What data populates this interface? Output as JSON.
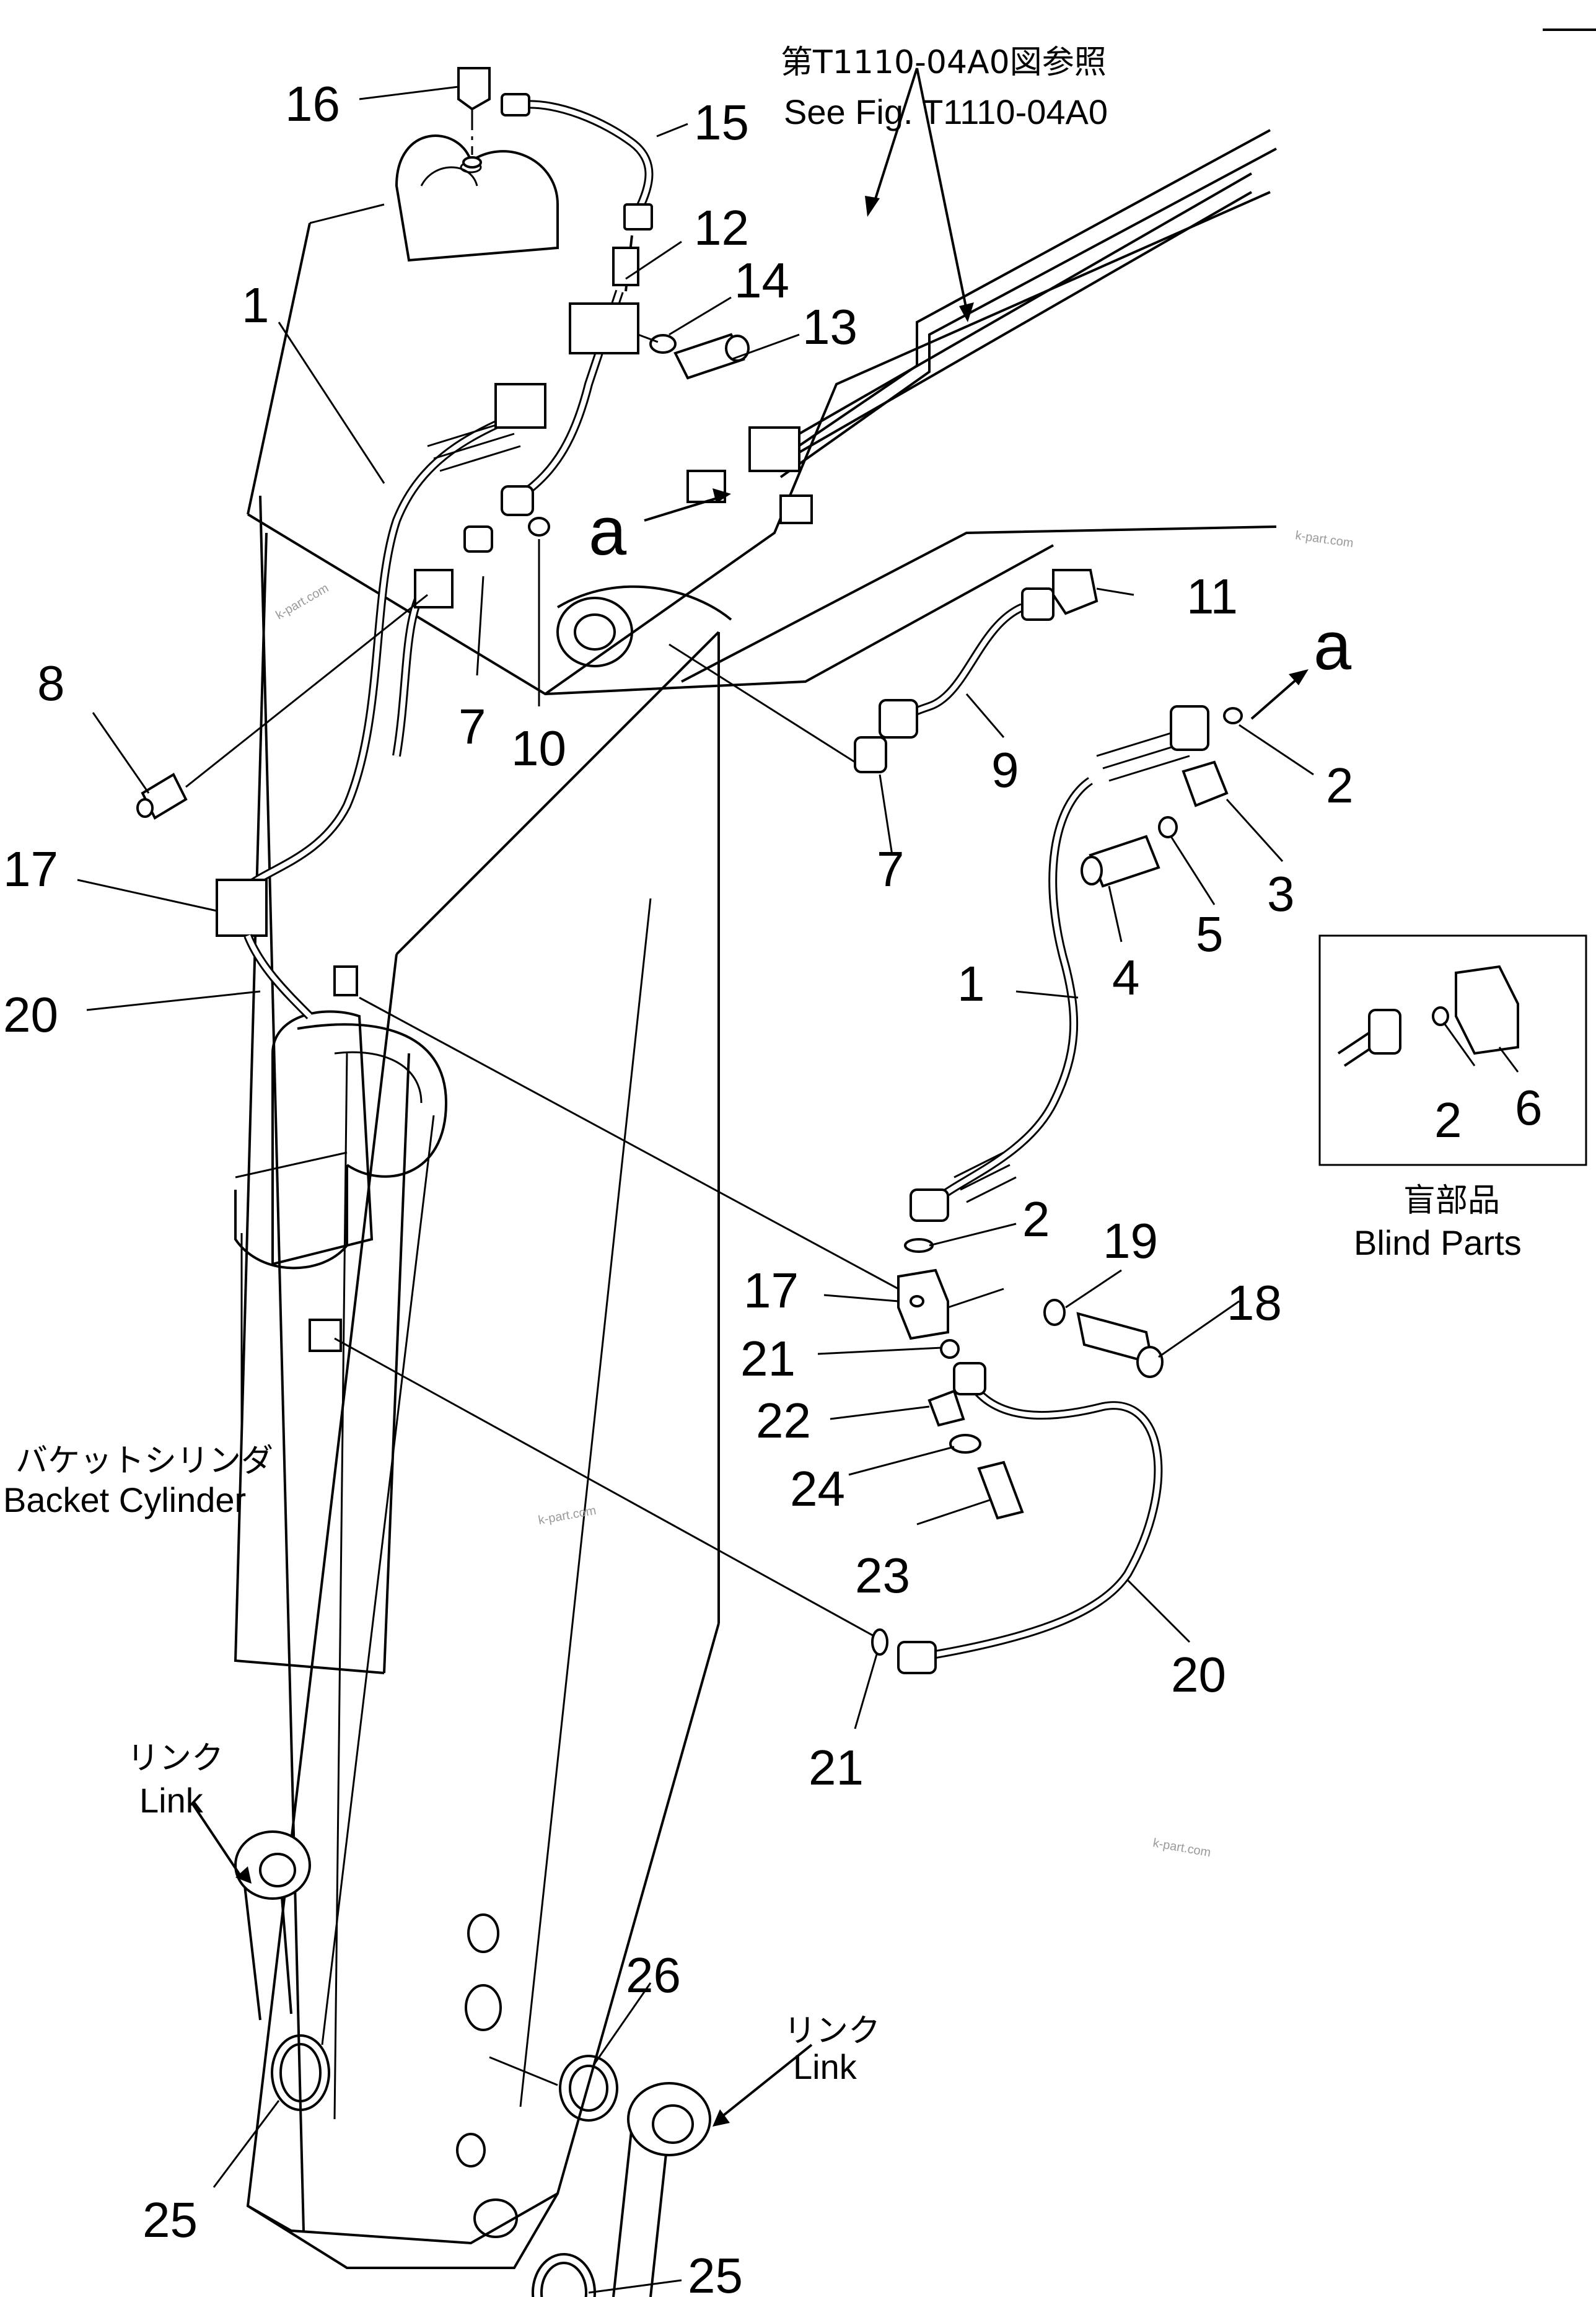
{
  "header_reference": {
    "japanese": "第T1110-04A0図参照",
    "english": "See Fig. T1110-04A0"
  },
  "section_marks": {
    "a_left": "a",
    "a_right": "a"
  },
  "part_callouts": {
    "p16": "16",
    "p15": "15",
    "p12": "12",
    "p14": "14",
    "p13": "13",
    "p1_top": "1",
    "p11": "11",
    "p8": "8",
    "p7_left": "7",
    "p10": "10",
    "p9": "9",
    "p2_top": "2",
    "p7_right": "7",
    "p3": "3",
    "p5": "5",
    "p4": "4",
    "p17_left": "17",
    "p1_right": "1",
    "p20_left": "20",
    "p2_mid": "2",
    "p19": "19",
    "p17_right": "17",
    "p18": "18",
    "p21_upper": "21",
    "p22": "22",
    "p24": "24",
    "p23": "23",
    "p20_right": "20",
    "p21_lower": "21",
    "p26": "26",
    "p25_left": "25",
    "p25_right": "25"
  },
  "blind_parts": {
    "part_2": "2",
    "part_6": "6",
    "title_jp": "盲部品",
    "title_en": "Blind Parts"
  },
  "labels": {
    "bucket_cylinder_jp": "バケットシリンダ",
    "bucket_cylinder_en": "Backet Cylinder",
    "link_left_jp": "リンク",
    "link_left_en": "Link",
    "link_right_jp": "リンク",
    "link_right_en": "Link"
  },
  "watermark": "k-part.com"
}
